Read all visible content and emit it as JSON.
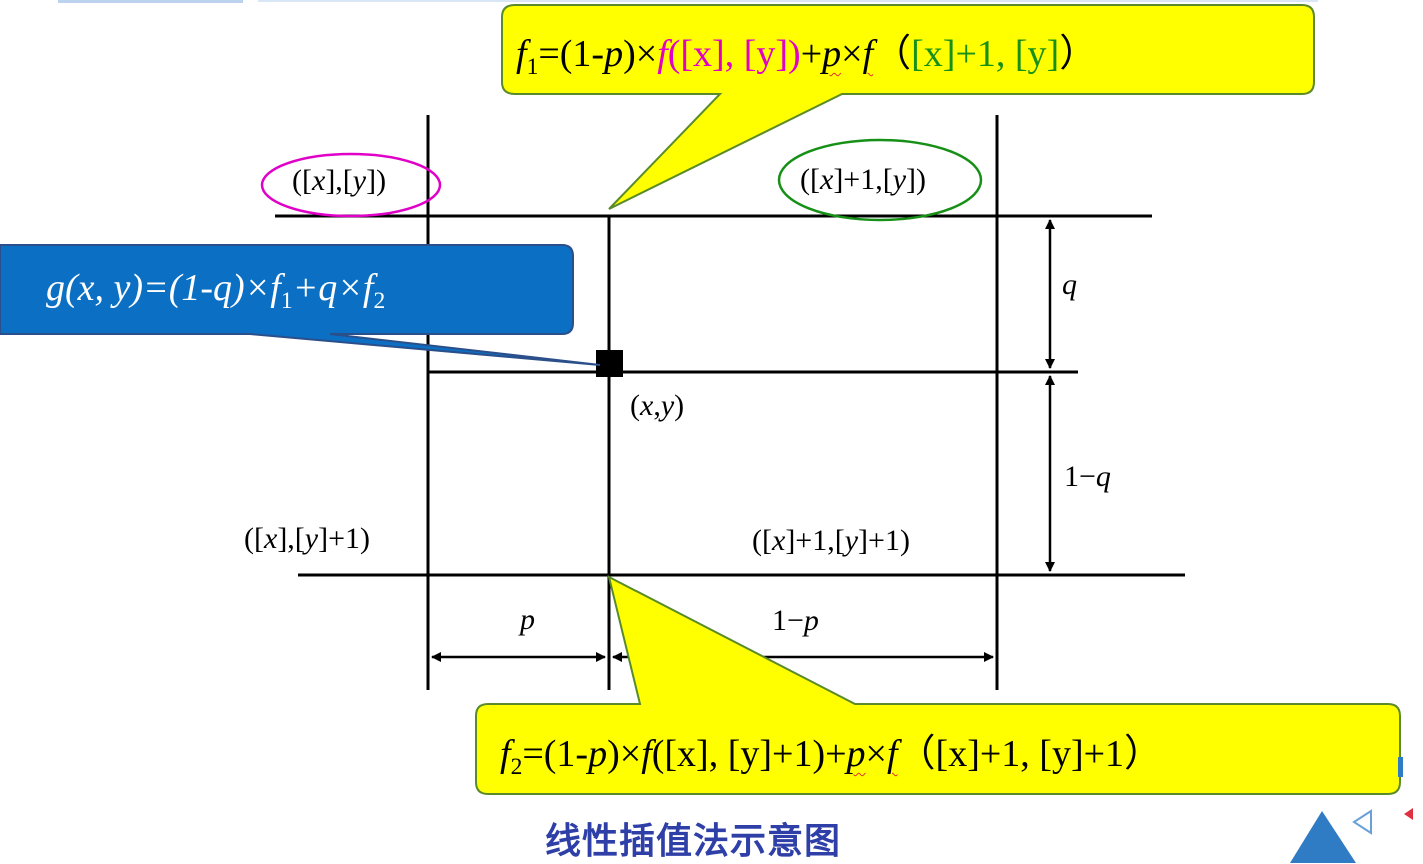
{
  "points": {
    "top_left": [
      "([",
      "x",
      "],[",
      "y",
      "])"
    ],
    "top_right": [
      "([",
      "x",
      "]+1,[",
      "y",
      "])"
    ],
    "bottom_left": [
      "([",
      "x",
      "],[",
      "y",
      "]+1)"
    ],
    "bottom_right": [
      "([",
      "x",
      "]+1,[",
      "y",
      "]+1)"
    ],
    "center": [
      "(",
      "x",
      ",",
      "y",
      ")"
    ]
  },
  "dims": {
    "q": "q",
    "one_minus_q": [
      "1−",
      "q"
    ],
    "p": "p",
    "one_minus_p": [
      "1−",
      "p"
    ]
  },
  "formulas": {
    "f1": {
      "lhs": "f",
      "lhs_sub": "1",
      "part1": "=(1-",
      "p1": "p",
      "part2": ")×",
      "f_term": "f",
      "arg1": "([x], [y])",
      "plus": "+",
      "p2": "p",
      "times": "×",
      "f_term2": "f",
      "arg2_open": "（",
      "arg2": "[x]+1, [y]",
      "arg2_close": "）"
    },
    "f2": {
      "lhs": "f",
      "lhs_sub": "2",
      "part1": "=(1-",
      "p1": "p",
      "part2": ")×",
      "f_term": "f",
      "arg1": "([x], [y]+1)",
      "plus": "+",
      "p2": "p",
      "times": "×",
      "f_term2": "f",
      "arg2": "（[x]+1, [y]+1）"
    },
    "g": {
      "lhs": "g(x, y)",
      "eq": "=(1-q)×f",
      "s1": "1",
      "mid": "+q×f",
      "s2": "2"
    }
  },
  "caption": "线性插值法示意图",
  "colors": {
    "callout_yellow": "#ffff00",
    "callout_yellow_border": "#5a8a2a",
    "callout_blue": "#0b6fc3",
    "callout_blue_border": "#2a4f8a",
    "ellipse_magenta": "#e000c8",
    "ellipse_green": "#179017",
    "caption": "#2f3fa8"
  }
}
